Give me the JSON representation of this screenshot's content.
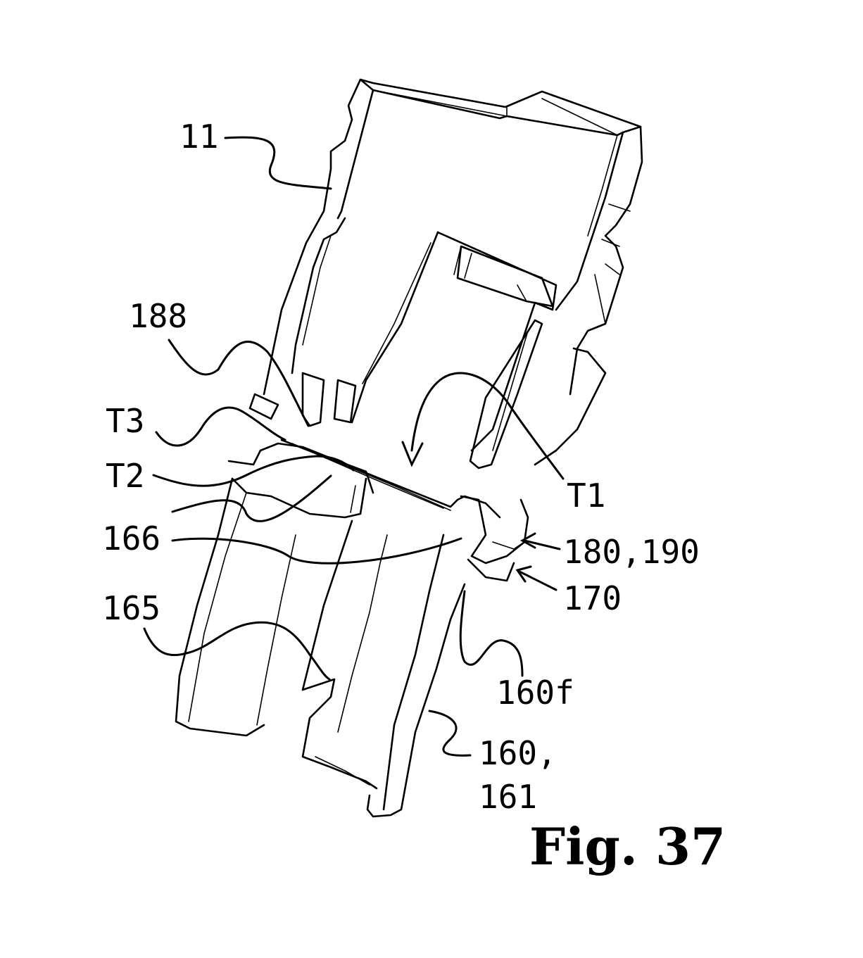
{
  "figure": {
    "title": "Fig. 37"
  },
  "labels": {
    "l11": "11",
    "l188": "188",
    "lT3": "T3",
    "lT2": "T2",
    "l166": "166",
    "l165": "165",
    "lT1": "T1",
    "l180_190": "180,190",
    "l170": "170",
    "l160f": "160f",
    "l160_line1": "160,",
    "l160_line2": "161"
  }
}
